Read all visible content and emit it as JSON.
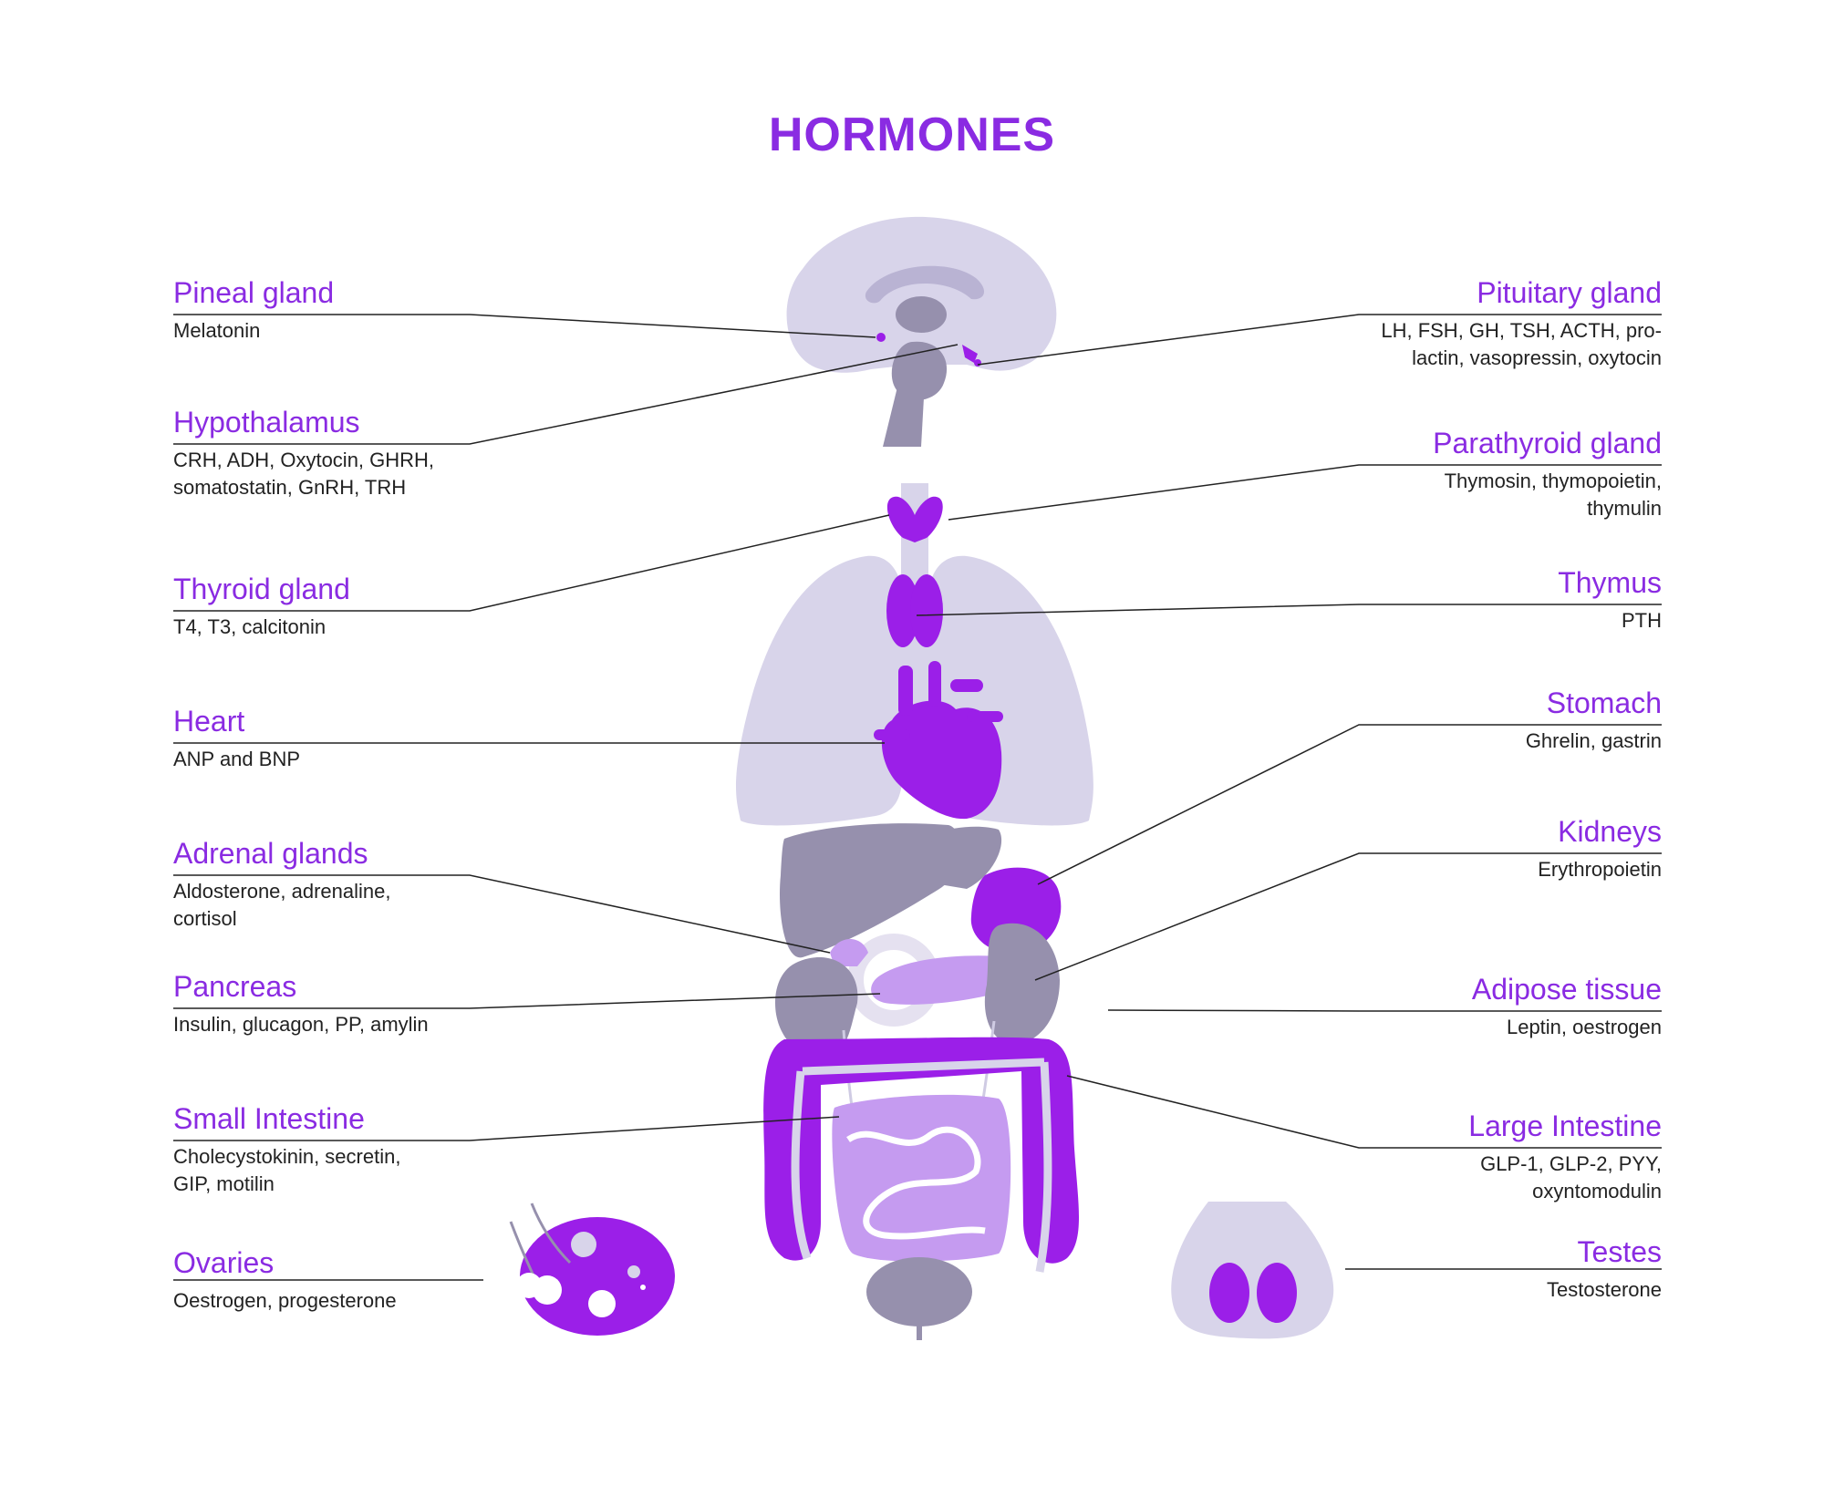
{
  "title": "HORMONES",
  "colors": {
    "title": "#8a2be2",
    "organ_accent": "#9b1fe8",
    "organ_light": "#d8d4ea",
    "organ_gray": "#9690ad",
    "organ_pale_purple": "#c59bf0"
  },
  "left_labels": [
    {
      "name": "Pineal gland",
      "hormones": [
        "Melatonin"
      ]
    },
    {
      "name": "Hypothalamus",
      "hormones": [
        "CRH, ADH, Oxytocin, GHRH,",
        "somatostatin, GnRH, TRH"
      ]
    },
    {
      "name": "Thyroid gland",
      "hormones": [
        "T4, T3, calcitonin"
      ]
    },
    {
      "name": "Heart",
      "hormones": [
        "ANP and BNP"
      ]
    },
    {
      "name": "Adrenal glands",
      "hormones": [
        "Aldosterone, adrenaline,",
        "cortisol"
      ]
    },
    {
      "name": "Pancreas",
      "hormones": [
        "Insulin,  glucagon, PP, amylin"
      ]
    },
    {
      "name": "Small Intestine",
      "hormones": [
        "Cholecystokinin, secretin,",
        "GIP, motilin"
      ]
    },
    {
      "name": "Ovaries",
      "hormones": [
        "Oestrogen, progesterone"
      ]
    }
  ],
  "right_labels": [
    {
      "name": "Pituitary gland",
      "hormones": [
        "LH, FSH, GH, TSH, ACTH, pro-",
        "lactin, vasopressin, oxytocin"
      ]
    },
    {
      "name": "Parathyroid gland",
      "hormones": [
        "Thymosin, thymopoietin,",
        "thymulin"
      ]
    },
    {
      "name": "Thymus",
      "hormones": [
        "PTH"
      ]
    },
    {
      "name": "Stomach",
      "hormones": [
        "Ghrelin, gastrin"
      ]
    },
    {
      "name": "Kidneys",
      "hormones": [
        "Erythropoietin"
      ]
    },
    {
      "name": "Adipose tissue",
      "hormones": [
        "Leptin, oestrogen"
      ]
    },
    {
      "name": "Large Intestine",
      "hormones": [
        "GLP-1, GLP-2, PYY,",
        "oxyntomodulin"
      ]
    },
    {
      "name": "Testes",
      "hormones": [
        "Testosterone"
      ]
    }
  ]
}
